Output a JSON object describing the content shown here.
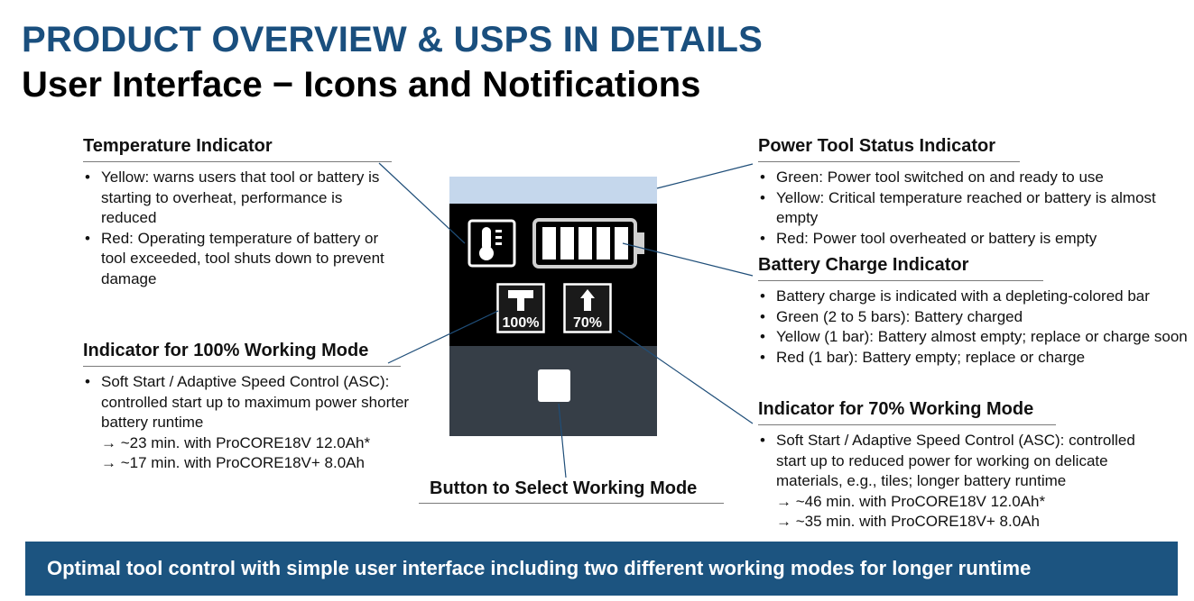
{
  "title": "PRODUCT OVERVIEW & USPS IN DETAILS",
  "subtitle": "User Interface − Icons and Notifications",
  "temperature": {
    "heading": "Temperature Indicator",
    "items": [
      "Yellow: warns users that tool or battery is starting to overheat, performance is reduced",
      "Red: Operating temperature of battery or tool exceeded, tool shuts down to prevent damage"
    ]
  },
  "mode100": {
    "heading": "Indicator for 100% Working Mode",
    "items": [
      "Soft Start / Adaptive Speed Control (ASC): controlled start up to maximum power shorter battery runtime"
    ],
    "sub": [
      "→ ~23 min. with ProCORE18V 12.0Ah*",
      "→ ~17 min. with  ProCORE18V+ 8.0Ah"
    ]
  },
  "status": {
    "heading": "Power Tool Status Indicator",
    "items": [
      "Green: Power tool switched on and ready to use",
      "Yellow: Critical temperature reached or battery is almost empty",
      "Red: Power tool overheated or battery is empty"
    ]
  },
  "battery": {
    "heading": "Battery Charge Indicator",
    "items": [
      "Battery charge is indicated with a depleting-colored bar",
      "Green (2 to 5 bars): Battery charged",
      "Yellow (1 bar): Battery almost empty; replace or charge soon",
      "Red (1 bar): Battery empty; replace or charge"
    ]
  },
  "mode70": {
    "heading": "Indicator for 70% Working Mode",
    "items": [
      "Soft Start / Adaptive Speed Control (ASC): controlled start up to reduced power for working on delicate materials, e.g., tiles; longer battery runtime"
    ],
    "sub": [
      "→ ~46 min. with ProCORE18V 12.0Ah*",
      "→ ~35 min. with  ProCORE18V+ 8.0Ah"
    ]
  },
  "button_label": "Button to Select Working Mode",
  "device": {
    "mode_a_label": "100%",
    "mode_b_label": "70%",
    "battery_bars": 5,
    "status_color": "#c5d7ec"
  },
  "footer": "Optimal tool control with simple user interface including two different working modes for longer runtime",
  "colors": {
    "title_blue": "#1a4f7e",
    "footer_blue": "#1c5480"
  }
}
